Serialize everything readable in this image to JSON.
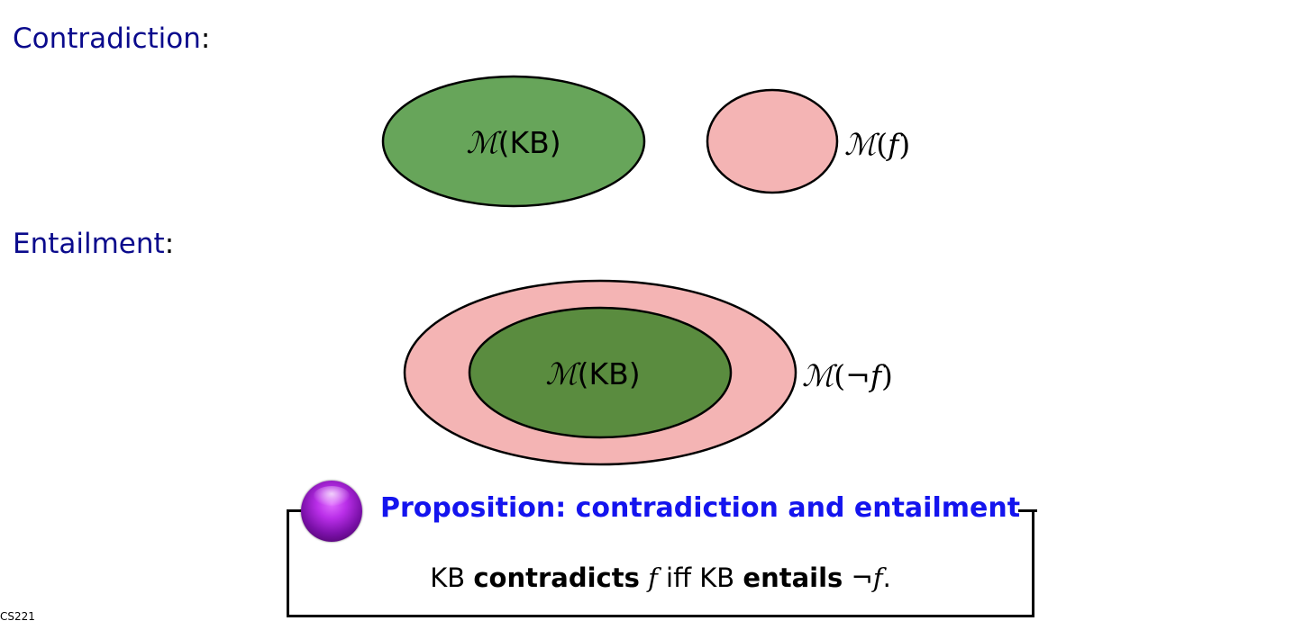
{
  "sections": {
    "contradiction": {
      "heading": "Contradiction",
      "colon": ":",
      "kb_label_script": "ℳ",
      "kb_label_paren": "(KB)",
      "f_label_script": "ℳ",
      "f_label_paren_open": "(",
      "f_label_var": "f",
      "f_label_paren_close": ")"
    },
    "entailment": {
      "heading": "Entailment",
      "colon": ":",
      "kb_label_script": "ℳ",
      "kb_label_paren": "(KB)",
      "notf_label_script": "ℳ",
      "notf_label_paren_open": "(",
      "notf_label_neg": "¬",
      "notf_label_var": "f",
      "notf_label_paren_close": ")"
    }
  },
  "proposition": {
    "title": "Proposition: contradiction and entailment",
    "body_kb1": "KB",
    "body_contradicts": "contradicts",
    "body_f1": "f",
    "body_iff": "iff KB",
    "body_entails": "entails",
    "body_neg": "¬",
    "body_f2": "f",
    "body_period": "."
  },
  "footer": {
    "course": "CS221"
  },
  "colors": {
    "heading_blue": "#0a0a8c",
    "kb_green_light": "#67a55a",
    "kb_green_dark": "#5a8c3f",
    "f_pink": "#f4b4b4",
    "title_blue": "#1414ee",
    "ball_purple": "#b92ee8"
  }
}
